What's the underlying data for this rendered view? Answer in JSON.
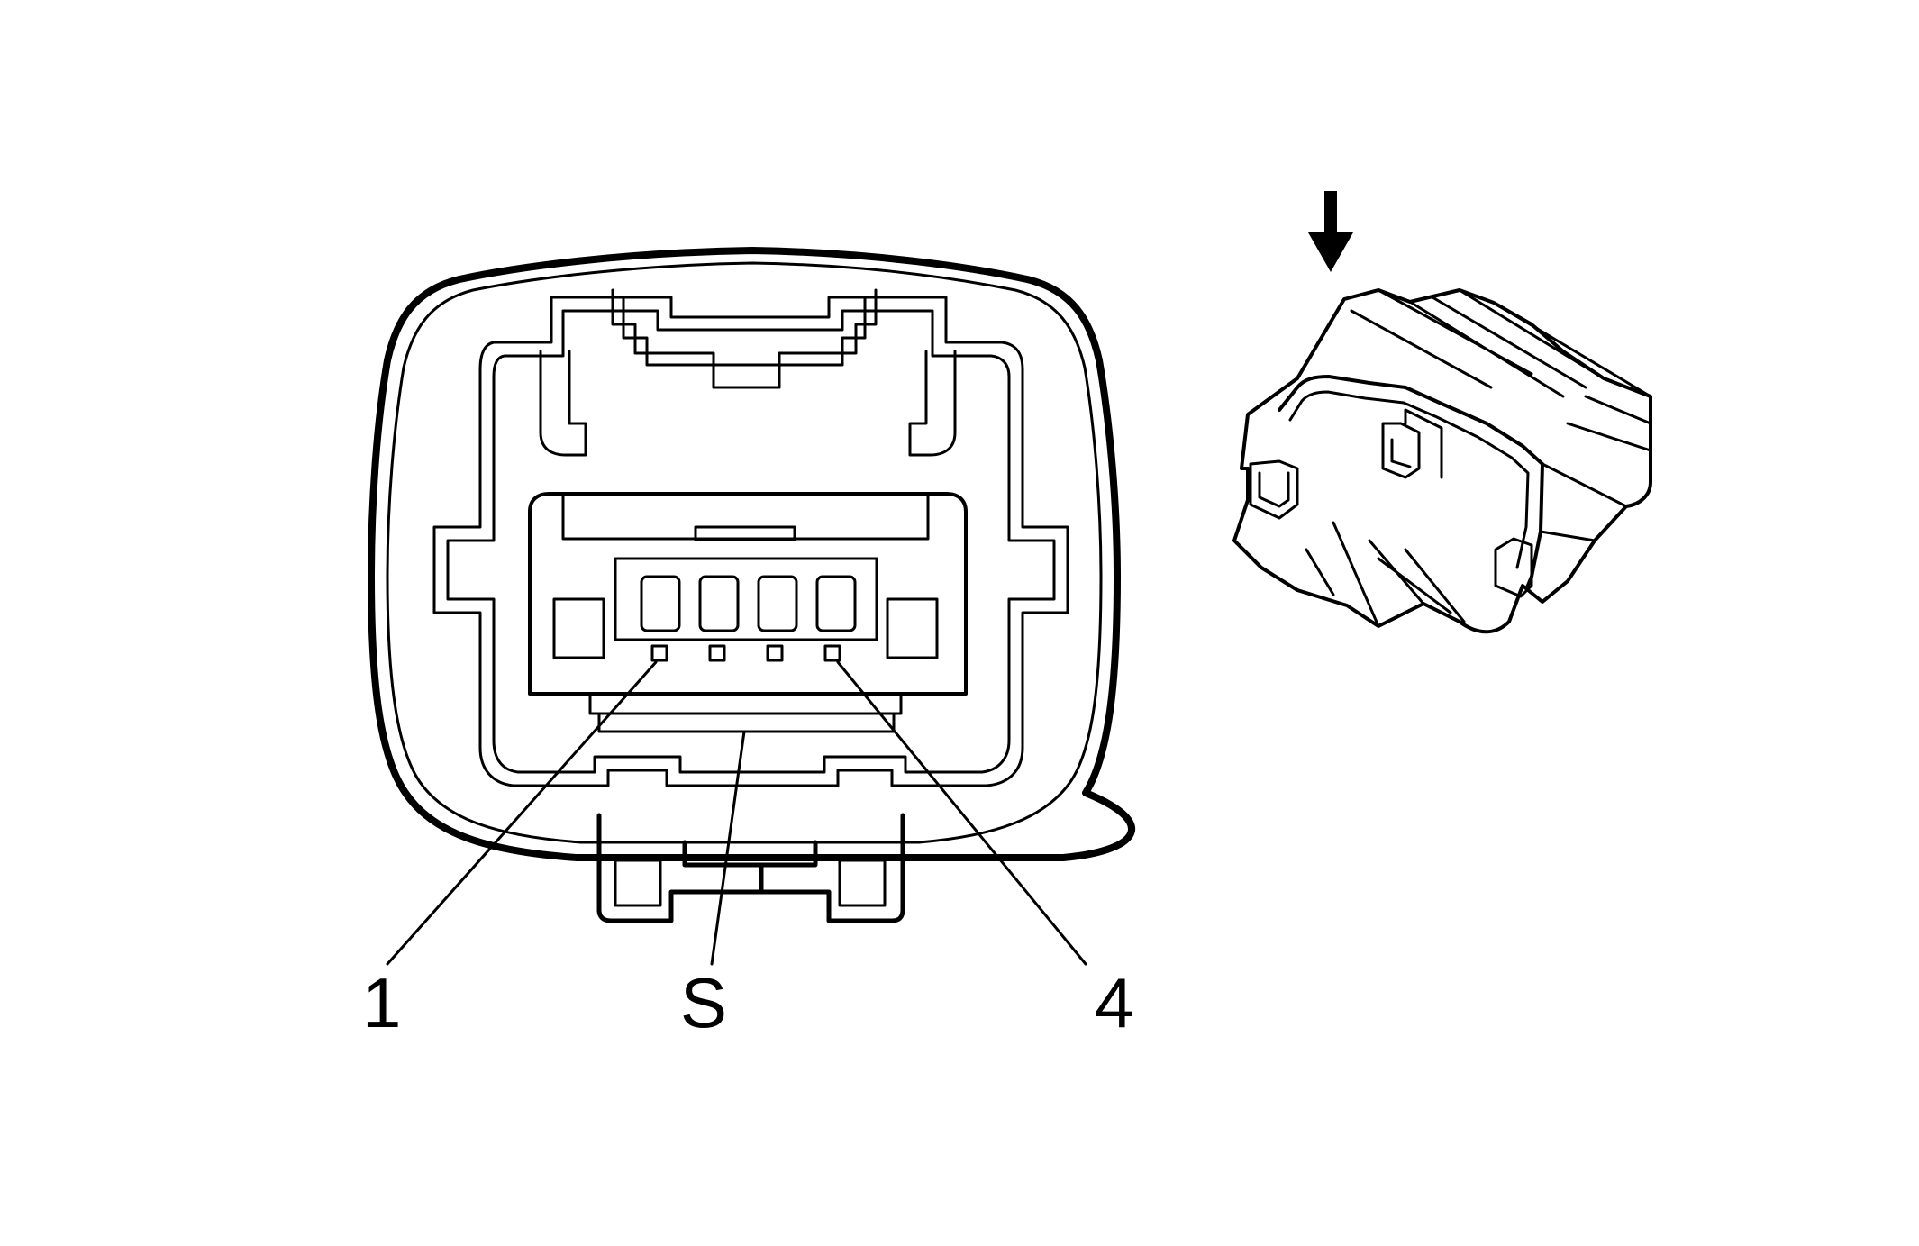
{
  "diagram": {
    "callouts": {
      "pin_1": "1",
      "shield": "S",
      "pin_4": "4"
    },
    "colors": {
      "line": "#000000",
      "background": "#ffffff"
    },
    "icons": [
      "down-arrow-icon"
    ]
  }
}
